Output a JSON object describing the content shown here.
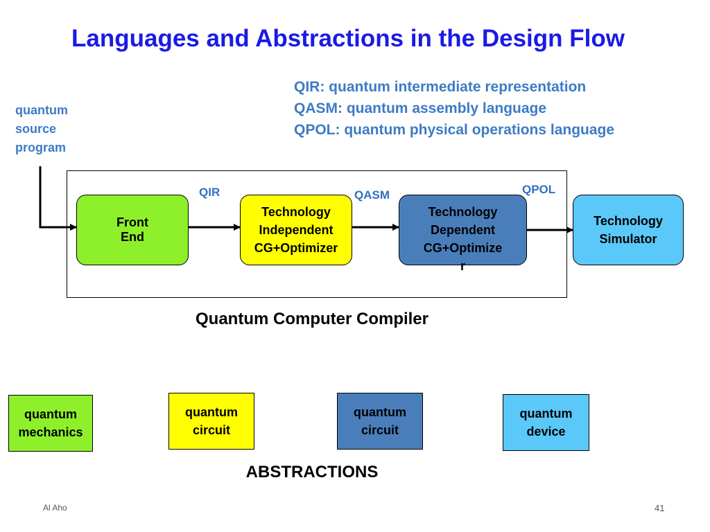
{
  "title": "Languages and Abstractions in the Design Flow",
  "legend": [
    "QIR: quantum intermediate representation",
    "QASM: quantum assembly language",
    "QPOL: quantum physical operations language"
  ],
  "source_label": [
    "quantum",
    "source",
    "program"
  ],
  "connector_labels": {
    "qir": "QIR",
    "qasm": "QASM",
    "qpol": "QPOL"
  },
  "flow_boxes": [
    {
      "lines": [
        "Front",
        "End"
      ],
      "color": "#8ef02b"
    },
    {
      "lines": [
        "Technology",
        "Independent",
        "CG+Optimizer"
      ],
      "color": "#ffff00"
    },
    {
      "lines": [
        "Technology",
        "Dependent",
        "CG+Optimize",
        "r"
      ],
      "color": "#4a7ebb"
    },
    {
      "lines": [
        "Technology",
        "Simulator"
      ],
      "color": "#5bc8fa"
    }
  ],
  "compiler_caption": "Quantum Computer Compiler",
  "abstraction_boxes": [
    {
      "lines": [
        "quantum",
        "mechanics"
      ],
      "color": "#8ef02b"
    },
    {
      "lines": [
        "quantum",
        "circuit"
      ],
      "color": "#ffff00"
    },
    {
      "lines": [
        "quantum",
        "circuit"
      ],
      "color": "#4a7ebb"
    },
    {
      "lines": [
        "quantum",
        "device"
      ],
      "color": "#5bc8fa"
    }
  ],
  "abstractions_label": "ABSTRACTIONS",
  "footer": {
    "author": "Al Aho",
    "page": "41"
  }
}
